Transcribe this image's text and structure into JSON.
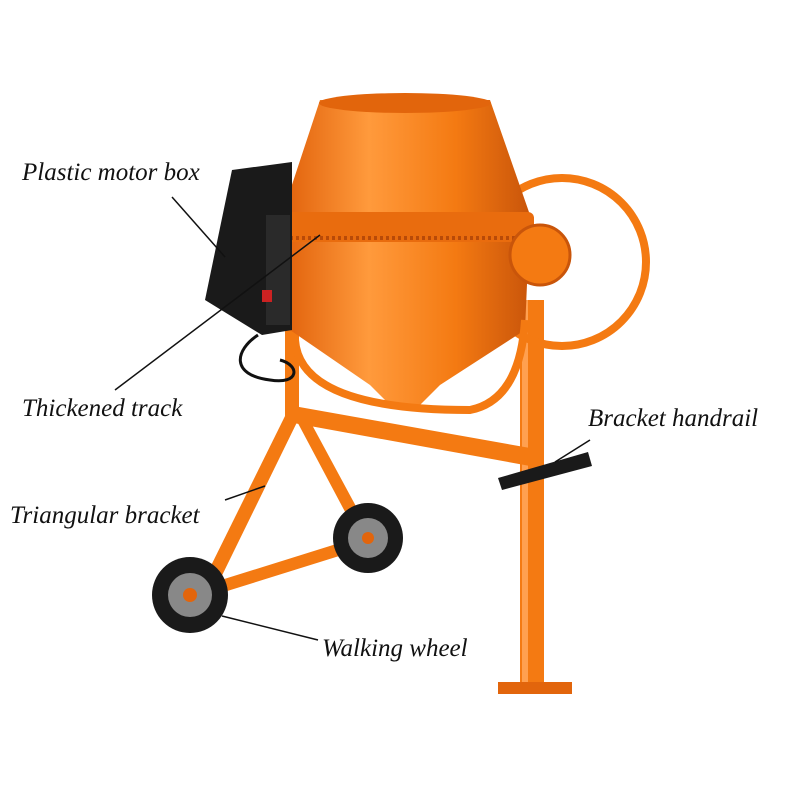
{
  "labels": {
    "motor_box": "Plastic motor box",
    "track": "Thickened track",
    "bracket": "Triangular bracket",
    "handrail": "Bracket handrail",
    "wheel": "Walking wheel"
  },
  "colors": {
    "body": "#f47a12",
    "dark": "#1a1a1a",
    "highlight": "#ffb366"
  }
}
